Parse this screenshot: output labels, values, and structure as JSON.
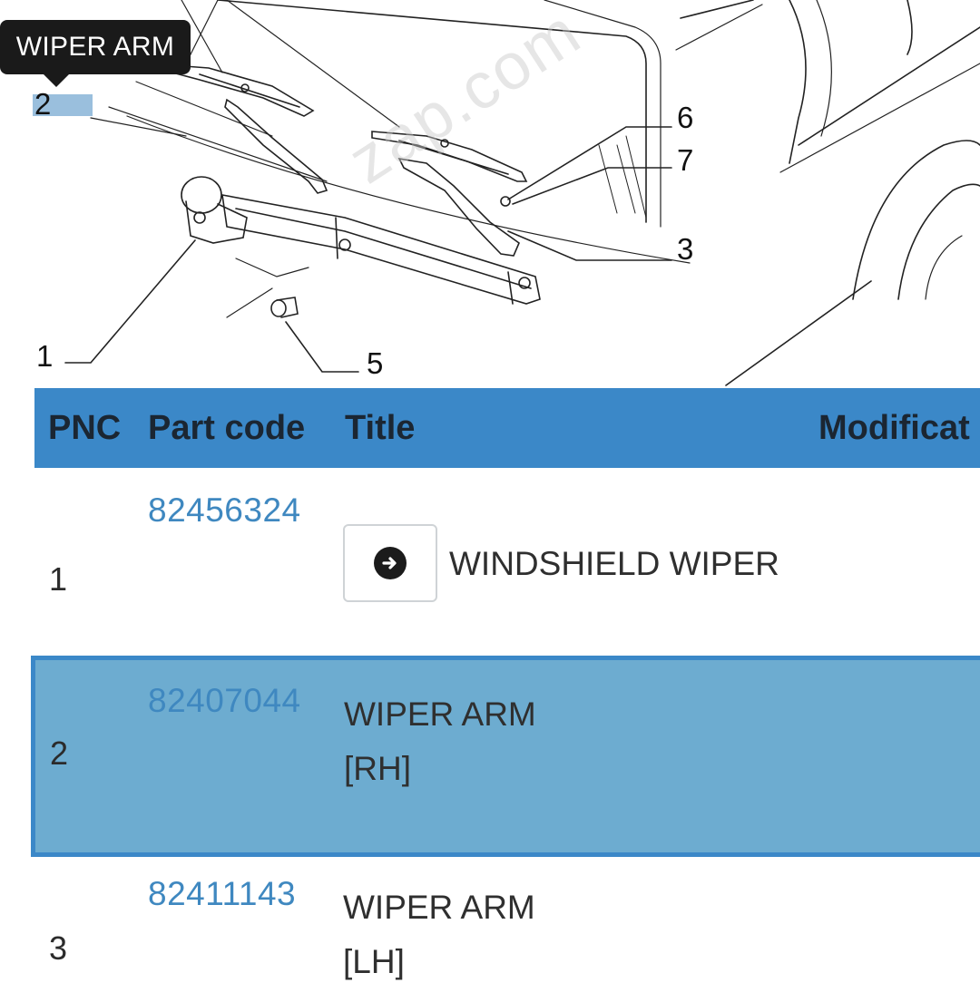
{
  "tooltip": {
    "text": "WIPER ARM"
  },
  "diagram": {
    "watermark": "zap.com",
    "callouts": [
      "1",
      "2",
      "3",
      "5",
      "6",
      "7"
    ]
  },
  "table": {
    "headers": {
      "pnc": "PNC",
      "part_code": "Part code",
      "title": "Title",
      "modification": "Modificat"
    },
    "rows": [
      {
        "pnc": "1",
        "part_code": "82456324",
        "title": "WINDSHIELD WIPER",
        "subtitle": ""
      },
      {
        "pnc": "2",
        "part_code": "82407044",
        "title": "WIPER ARM",
        "subtitle": "[RH]"
      },
      {
        "pnc": "3",
        "part_code": "82411143",
        "title": "WIPER ARM",
        "subtitle": "[LH]"
      }
    ],
    "selected_row": 1
  },
  "colors": {
    "header_bg": "#3b88c8",
    "selected_bg": "#6dacd0",
    "link": "#3f88c0"
  },
  "icons": {
    "row_action": "arrow-right-circle-icon"
  }
}
